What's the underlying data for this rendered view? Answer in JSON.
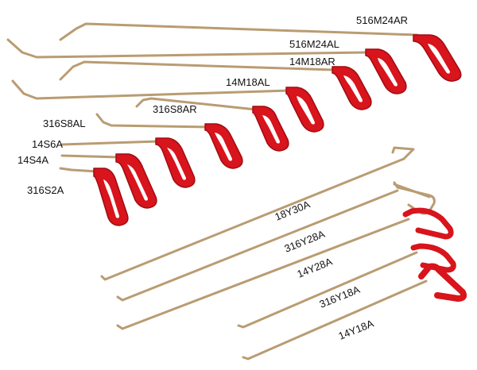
{
  "scene": {
    "background": "#ffffff",
    "handle_color": "#d8141c",
    "handle_shadow": "#9e0b10",
    "rod_color": "#c9b08a",
    "rod_highlight": "#e8d8bd"
  },
  "tools": [
    {
      "id": "516M24AR",
      "label": "516M24AR"
    },
    {
      "id": "516M24AL",
      "label": "516M24AL"
    },
    {
      "id": "14M18AR",
      "label": "14M18AR"
    },
    {
      "id": "14M18AL",
      "label": "14M18AL"
    },
    {
      "id": "316S8AR",
      "label": "316S8AR"
    },
    {
      "id": "316S8AL",
      "label": "316S8AL"
    },
    {
      "id": "14S6A",
      "label": "14S6A"
    },
    {
      "id": "14S4A",
      "label": "14S4A"
    },
    {
      "id": "316S2A",
      "label": "316S2A"
    },
    {
      "id": "18Y30A",
      "label": "18Y30A"
    },
    {
      "id": "316Y28A",
      "label": "316Y28A"
    },
    {
      "id": "14Y28A",
      "label": "14Y28A"
    },
    {
      "id": "316Y18A",
      "label": "316Y18A"
    },
    {
      "id": "14Y18A",
      "label": "14Y18A"
    }
  ]
}
